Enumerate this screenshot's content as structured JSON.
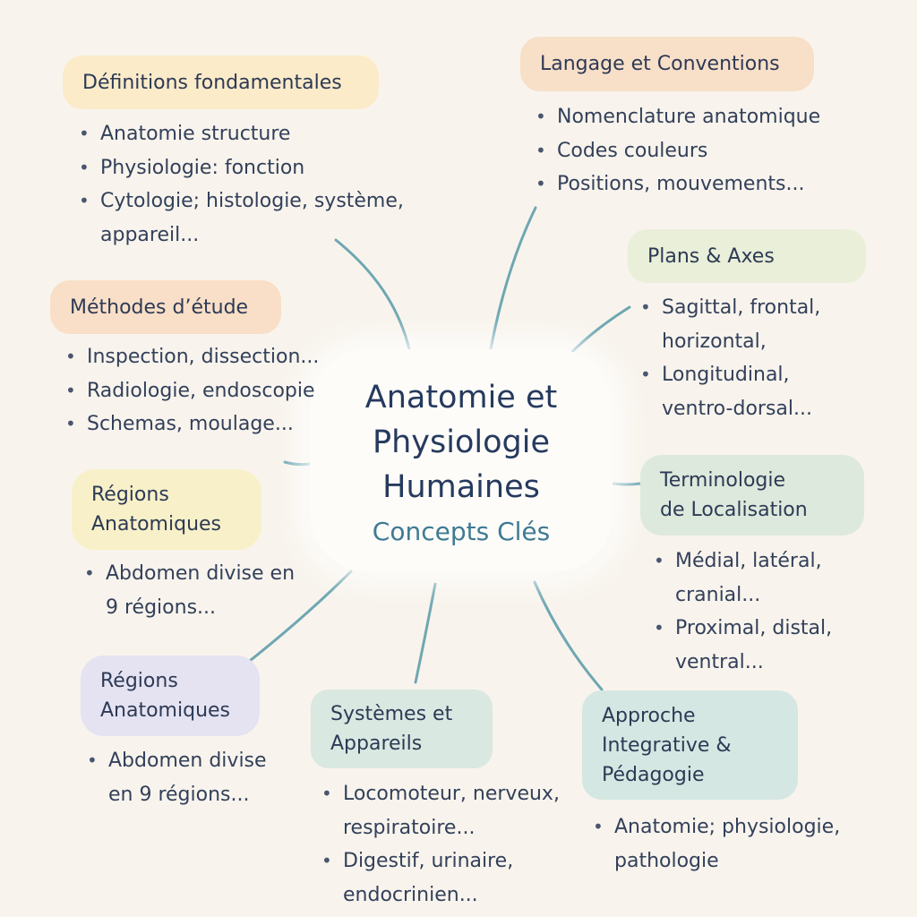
{
  "center": {
    "title_lines": [
      "Anatomie et",
      "Physiologie",
      "Humaines"
    ],
    "subtitle": "Concepts Clés"
  },
  "nodes": [
    {
      "id": "definitions",
      "lines": [
        "Définitions fondamentales"
      ],
      "color": "#fbebc9",
      "items": [
        [
          "Anatomie   structure"
        ],
        [
          "Physiologie: fonction"
        ],
        [
          "Cytologie; histologie, système,",
          "appareil..."
        ]
      ]
    },
    {
      "id": "langage",
      "lines": [
        "Langage et Conventions"
      ],
      "color": "#f8dfc8",
      "items": [
        [
          "Nomenclature anatomique"
        ],
        [
          "Codes couleurs"
        ],
        [
          "Positions, mouvements..."
        ]
      ]
    },
    {
      "id": "plans",
      "lines": [
        "Plans & Axes"
      ],
      "color": "#e9efd8",
      "items": [
        [
          "Sagittal, frontal,",
          "horizontal,"
        ],
        [
          "Longitudinal,",
          "ventro-dorsal..."
        ]
      ]
    },
    {
      "id": "methodes",
      "lines": [
        "Méthodes d’étude"
      ],
      "color": "#f9dfc7",
      "items": [
        [
          "Inspection, dissection..."
        ],
        [
          "Radiologie, endoscopie"
        ],
        [
          "Schemas, moulage..."
        ]
      ]
    },
    {
      "id": "regions1",
      "lines": [
        "Régions",
        "Anatomiques"
      ],
      "color": "#f8f0c8",
      "items": [
        [
          "Abdomen divise en",
          "9 régions..."
        ]
      ]
    },
    {
      "id": "terminologie",
      "lines": [
        "Terminologie",
        "de Localisation"
      ],
      "color": "#dde9dc",
      "items": [
        [
          "Médial, latéral,",
          "cranial..."
        ],
        [
          "Proximal, distal,",
          "ventral..."
        ]
      ]
    },
    {
      "id": "regions2",
      "lines": [
        "Régions",
        "Anatomiques"
      ],
      "color": "#e5e3f2",
      "items": [
        [
          "Abdomen divise",
          "en 9 régions..."
        ]
      ]
    },
    {
      "id": "systemes",
      "lines": [
        "Systèmes et",
        "Appareils"
      ],
      "color": "#d9e8e1",
      "items": [
        [
          "Locomoteur, nerveux,",
          "respiratoire..."
        ],
        [
          "Digestif, urinaire,",
          "endocrinien..."
        ]
      ]
    },
    {
      "id": "approche",
      "lines": [
        "Approche",
        "Integrative &",
        "Pédagogie"
      ],
      "color": "#d5e7e2",
      "items": [
        [
          "Anatomie; physiologie,",
          "pathologie"
        ]
      ]
    }
  ]
}
